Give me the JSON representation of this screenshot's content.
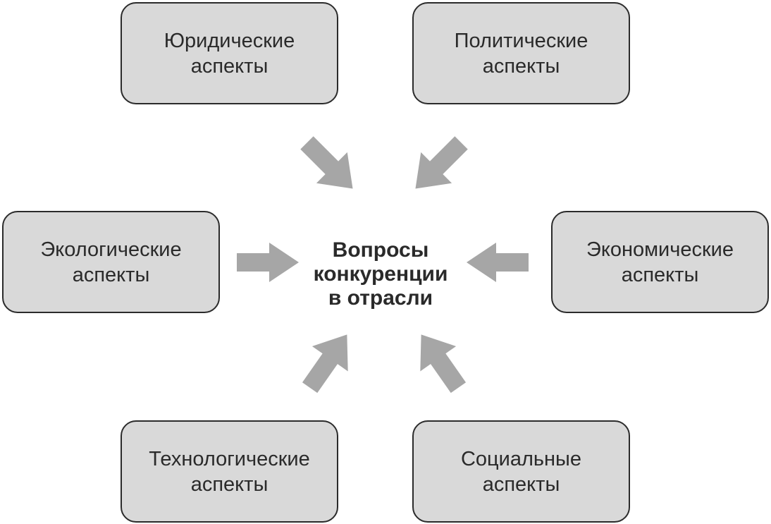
{
  "center": {
    "label": "Вопросы\nконкуренции\nв отрасли"
  },
  "boxes": {
    "legal": "Юридические\nаспекты",
    "political": "Политические\nаспекты",
    "ecological": "Экологические\nаспекты",
    "economic": "Экономические\nаспекты",
    "technological": "Технологические\nаспекты",
    "social": "Социальные\nаспекты"
  },
  "colors": {
    "box_fill": "#d9d9d9",
    "box_border": "#2b2b2b",
    "arrow": "#a6a6a6",
    "text": "#2a2a2a"
  }
}
